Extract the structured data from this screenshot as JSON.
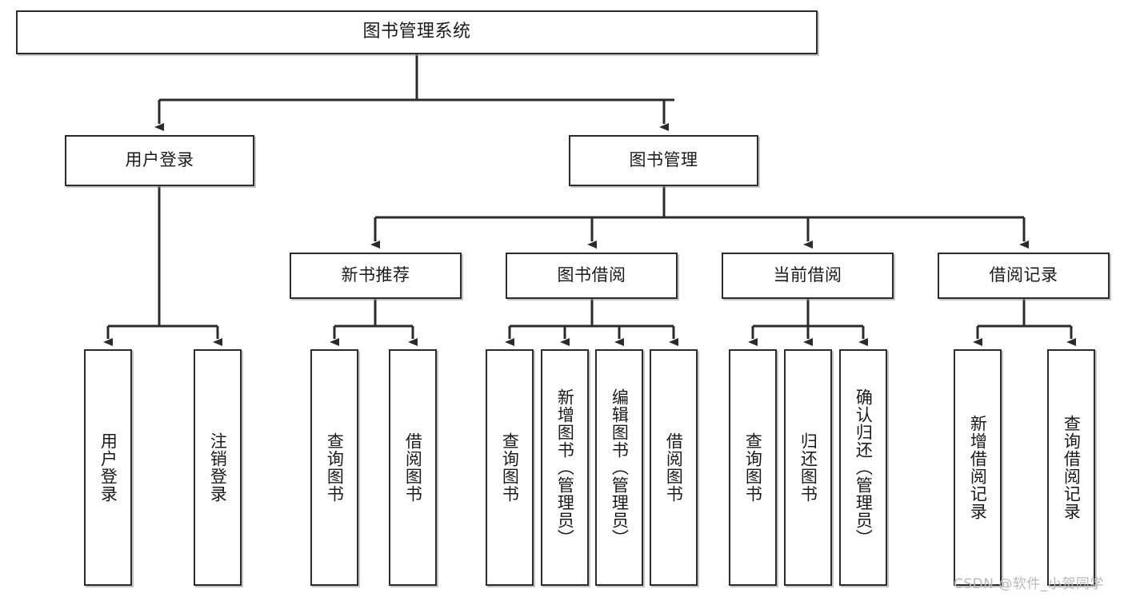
{
  "diagram": {
    "title": "图书管理系统",
    "type": "tree-hierarchy-functional-structure",
    "line_color": "#2b2b2b",
    "box_fill": "#ffffff",
    "text_color": "#1a1a1a",
    "watermark": "CSDN @软件_小贺同学"
  },
  "nodes": {
    "root": {
      "label": "图书管理系统"
    },
    "level2": [
      {
        "label": "用户登录"
      },
      {
        "label": "图书管理"
      }
    ],
    "level3": [
      {
        "label": "新书推荐"
      },
      {
        "label": "图书借阅"
      },
      {
        "label": "当前借阅"
      },
      {
        "label": "借阅记录"
      }
    ],
    "leaves": {
      "user_login": [
        {
          "label": "用户登录"
        },
        {
          "label": "注销登录"
        }
      ],
      "new_book_recommend": [
        {
          "label": "查询图书"
        },
        {
          "label": "借阅图书"
        }
      ],
      "book_borrow": [
        {
          "label": "查询图书"
        },
        {
          "label": "新增图书（管理员）"
        },
        {
          "label": "编辑图书（管理员）"
        },
        {
          "label": "借阅图书"
        }
      ],
      "current_borrow": [
        {
          "label": "查询图书"
        },
        {
          "label": "归还图书"
        },
        {
          "label": "确认归还（管理员）"
        }
      ],
      "borrow_record": [
        {
          "label": "新增借阅记录"
        },
        {
          "label": "查询借阅记录"
        }
      ]
    }
  }
}
